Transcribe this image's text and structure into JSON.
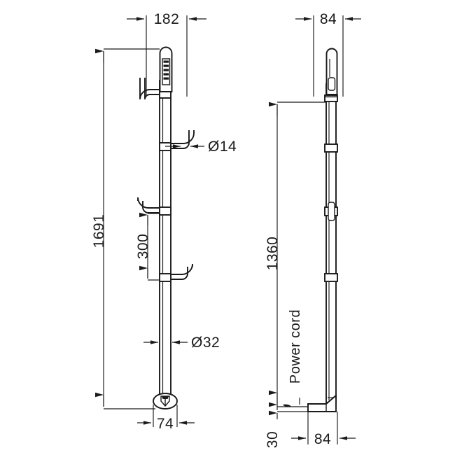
{
  "drawing": {
    "title": "Heated towel rail / shower column technical drawing",
    "background_color": "#ffffff",
    "line_color": "#1a1a1a",
    "units": "mm",
    "views": [
      {
        "name": "front-elevation",
        "label": ""
      },
      {
        "name": "side-elevation",
        "label": ""
      }
    ]
  },
  "dimensions": {
    "front_width_top": "182",
    "front_overall_height": "1691",
    "front_hook_spacing": "300",
    "front_base_width": "74",
    "hook_diameter": "Ø14",
    "pole_diameter": "Ø32",
    "side_width_top": "84",
    "side_cord_height": "1360",
    "side_base_height": "30",
    "side_base_width": "84"
  },
  "annotations": {
    "power_cord": "Power cord"
  },
  "features": {
    "control_panel": "control-panel",
    "hooks_count": 3,
    "base": "round-base-plate"
  }
}
